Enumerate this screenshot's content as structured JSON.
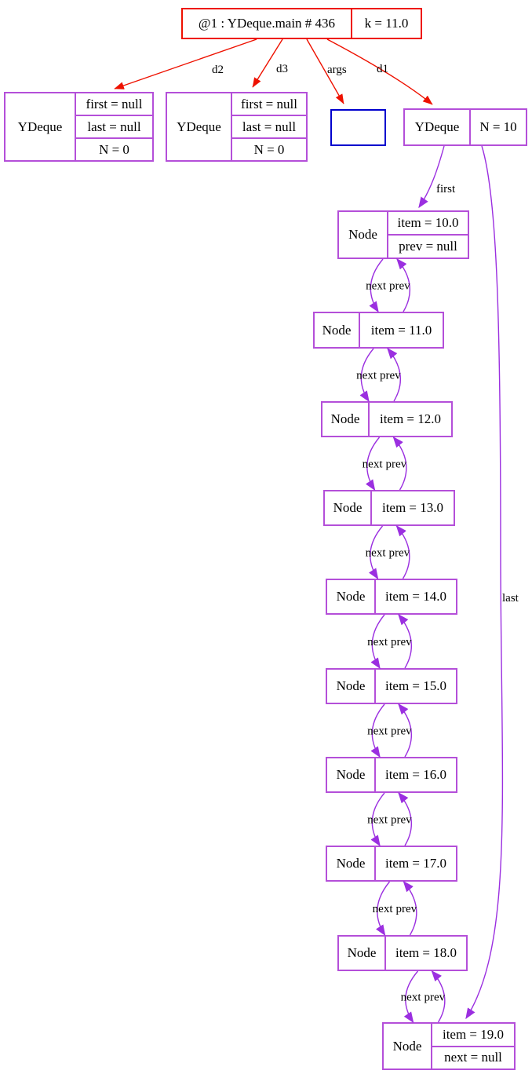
{
  "stack_frame": {
    "title": "@1 : YDeque.main # 436",
    "k_field": "k = 11.0"
  },
  "red_edges": {
    "d2": "d2",
    "d3": "d3",
    "args": "args",
    "d1": "d1"
  },
  "empty_deques": [
    {
      "label": "YDeque",
      "rows": [
        "first = null",
        "last = null",
        "N = 0"
      ]
    },
    {
      "label": "YDeque",
      "rows": [
        "first = null",
        "last = null",
        "N = 0"
      ]
    }
  ],
  "main_deque": {
    "label": "YDeque",
    "field": "N = 10"
  },
  "pointer_labels": {
    "first": "first",
    "last": "last",
    "next": "next",
    "prev": "prev"
  },
  "nodes": [
    {
      "label": "Node",
      "rows": [
        "item = 10.0",
        "prev = null"
      ]
    },
    {
      "label": "Node",
      "rows": [
        "item = 11.0"
      ]
    },
    {
      "label": "Node",
      "rows": [
        "item = 12.0"
      ]
    },
    {
      "label": "Node",
      "rows": [
        "item = 13.0"
      ]
    },
    {
      "label": "Node",
      "rows": [
        "item = 14.0"
      ]
    },
    {
      "label": "Node",
      "rows": [
        "item = 15.0"
      ]
    },
    {
      "label": "Node",
      "rows": [
        "item = 16.0"
      ]
    },
    {
      "label": "Node",
      "rows": [
        "item = 17.0"
      ]
    },
    {
      "label": "Node",
      "rows": [
        "item = 18.0"
      ]
    },
    {
      "label": "Node",
      "rows": [
        "item = 19.0",
        "next = null"
      ]
    }
  ],
  "colors": {
    "frame_red": "#ee1100",
    "object_box_purple": "#b44fd9",
    "edge_purple": "#9b2fe0",
    "args_blue": "#0000cd",
    "background": "#ffffff",
    "text": "#000000"
  }
}
